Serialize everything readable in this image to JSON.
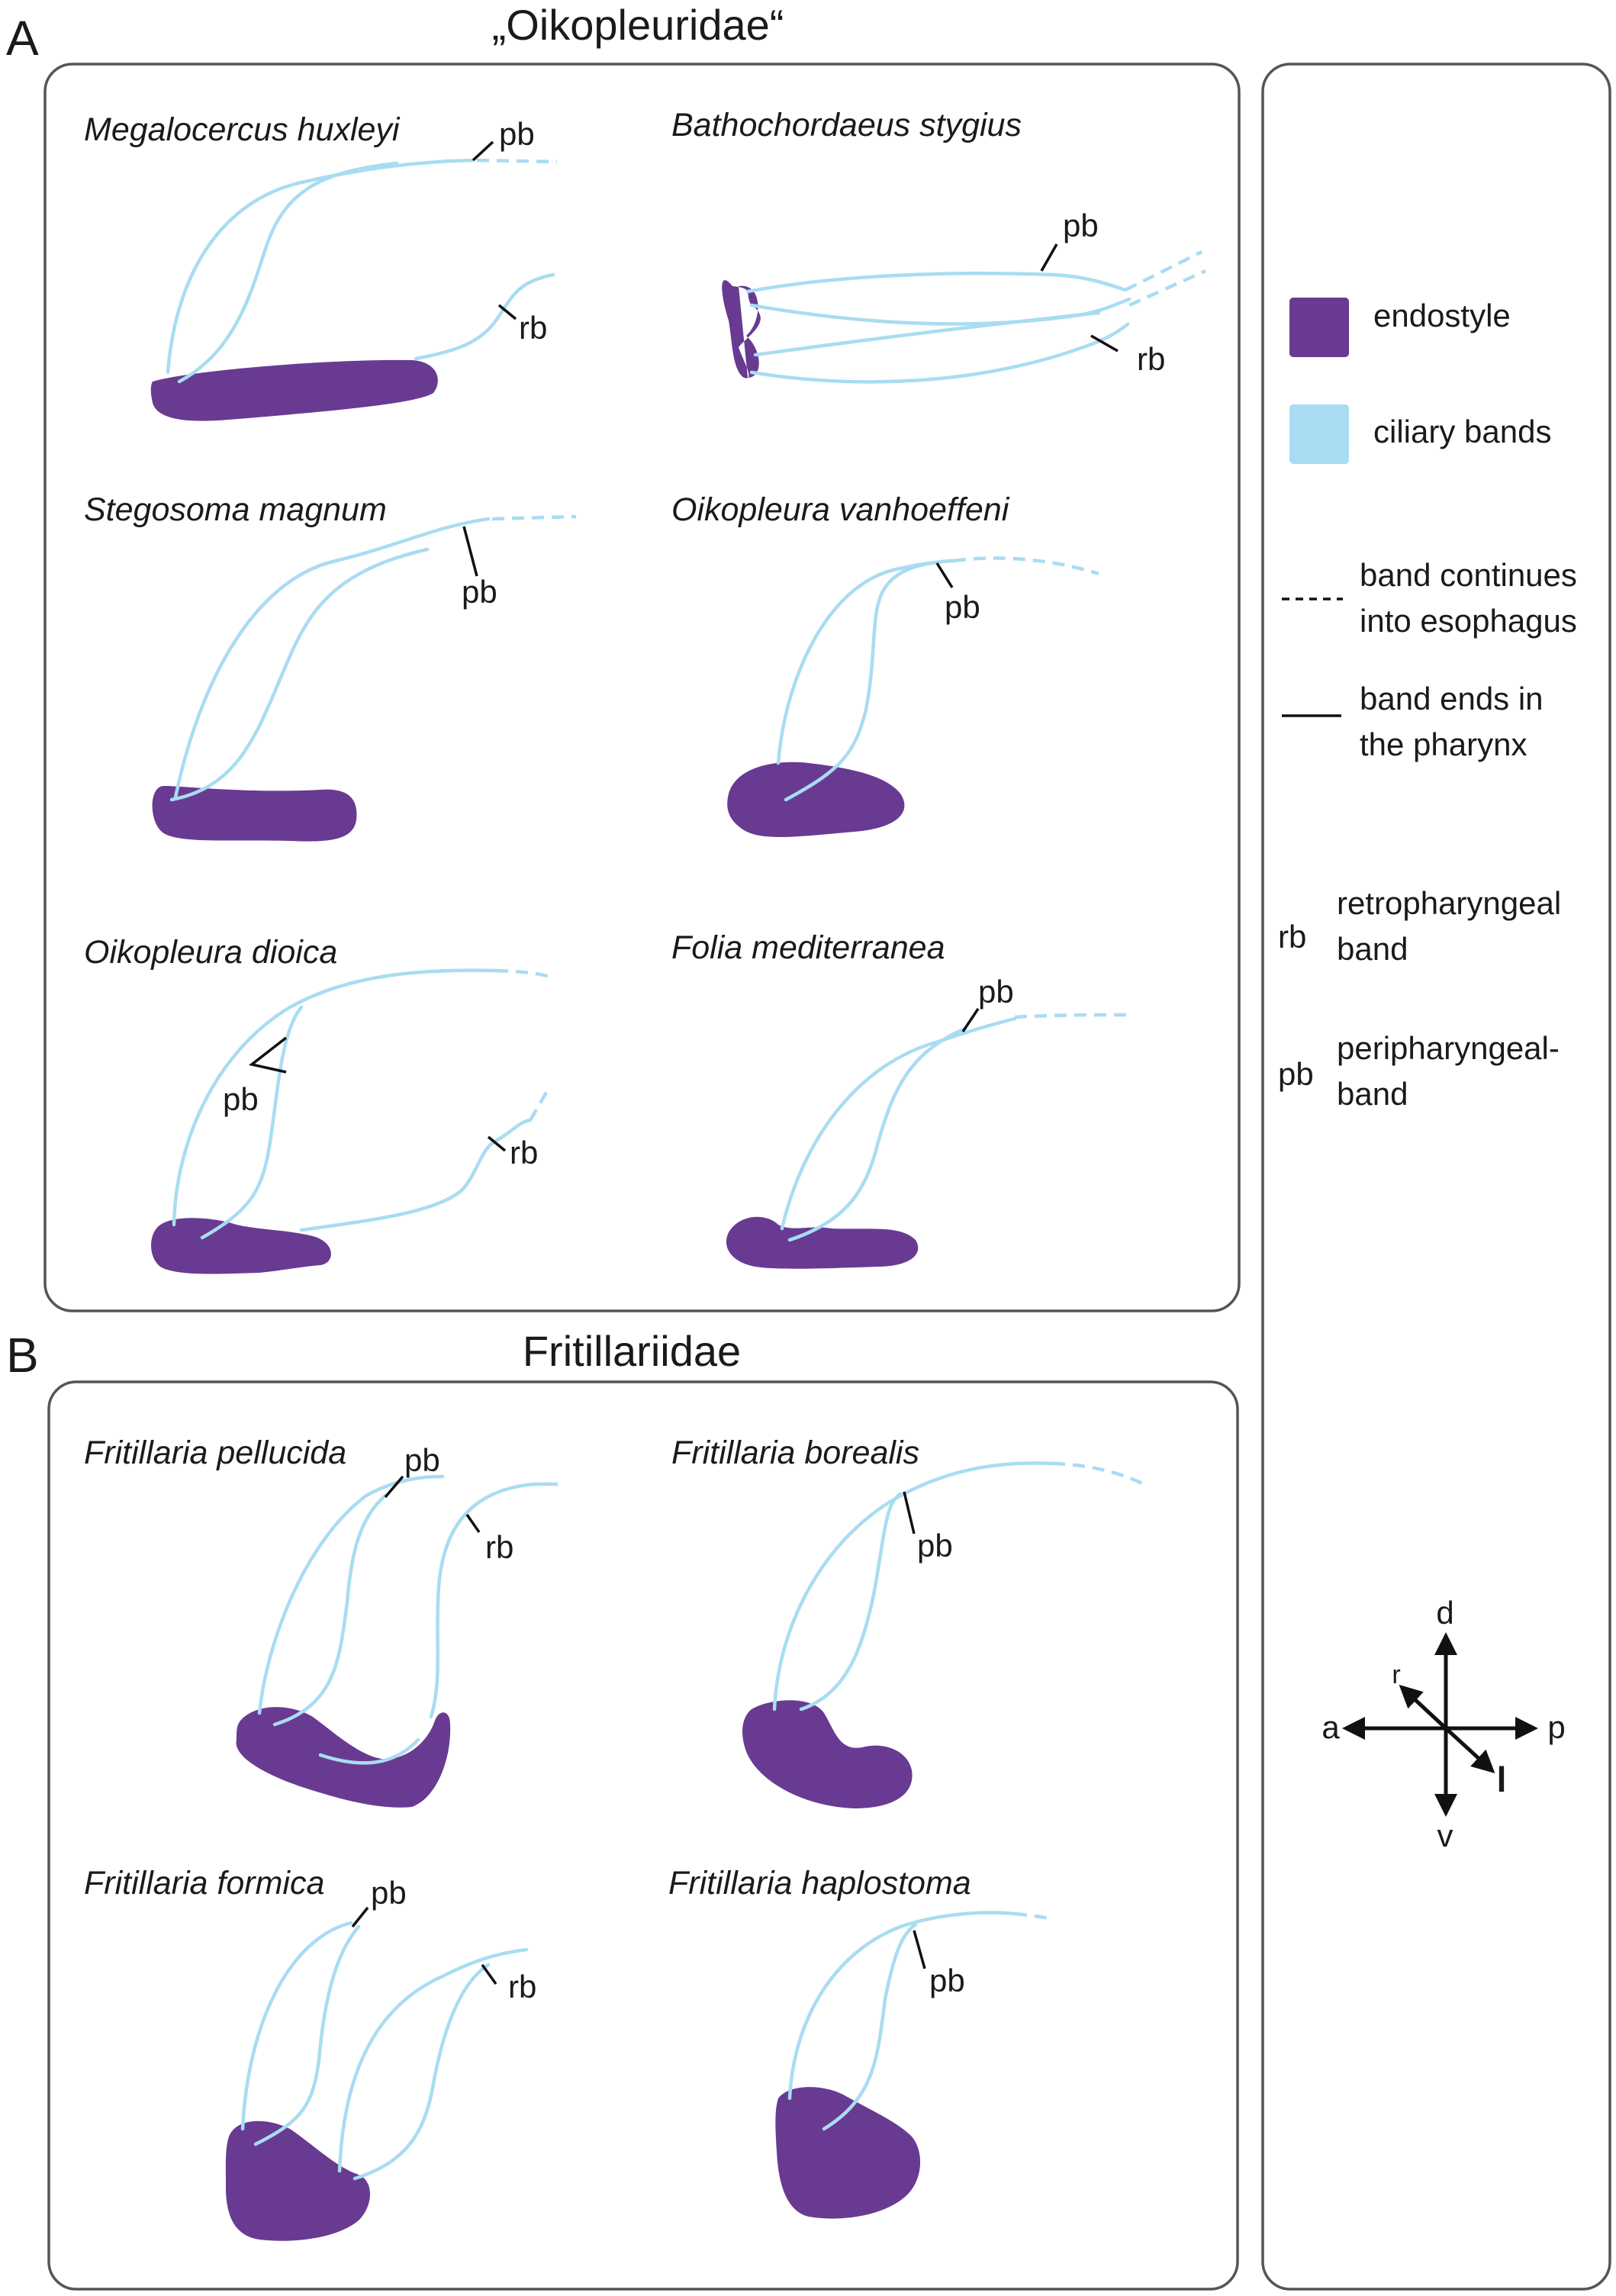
{
  "colors": {
    "endostyle": "#693a92",
    "ciliary": "#a9dcf2",
    "box": "#555555",
    "text": "#1a1a1a"
  },
  "section_a": {
    "letter": "A",
    "title": "„Oikopleuridae“"
  },
  "section_b": {
    "letter": "B",
    "title": "Fritillariidae"
  },
  "species": {
    "megalocercus": "Megalocercus huxleyi",
    "bathochordaeus": "Bathochordaeus stygius",
    "stegosoma": "Stegosoma magnum",
    "oik_vanhoeffeni": "Oikopleura vanhoeffeni",
    "oik_dioica": "Oikopleura dioica",
    "folia": "Folia mediterranea",
    "frit_pellucida": "Fritillaria pellucida",
    "frit_borealis": "Fritillaria borealis",
    "frit_formica": "Fritillaria formica",
    "frit_haplostoma": "Fritillaria haplostoma"
  },
  "labels": {
    "pb": "pb",
    "rb": "rb"
  },
  "legend": {
    "endostyle": "endostyle",
    "ciliary_bands": "ciliary bands",
    "dashed_line1": "band continues",
    "dashed_line2": "into esophagus",
    "solid_line1": "band ends in",
    "solid_line2": "the pharynx",
    "rb_abbrev": "rb",
    "rb_line1": "retropharyngeal",
    "rb_line2": "band",
    "pb_abbrev": "pb",
    "pb_line1": "peripharyngeal-",
    "pb_line2": "band"
  },
  "axes": {
    "d": "d",
    "v": "v",
    "a": "a",
    "p": "p",
    "r": "r",
    "l": "l"
  }
}
